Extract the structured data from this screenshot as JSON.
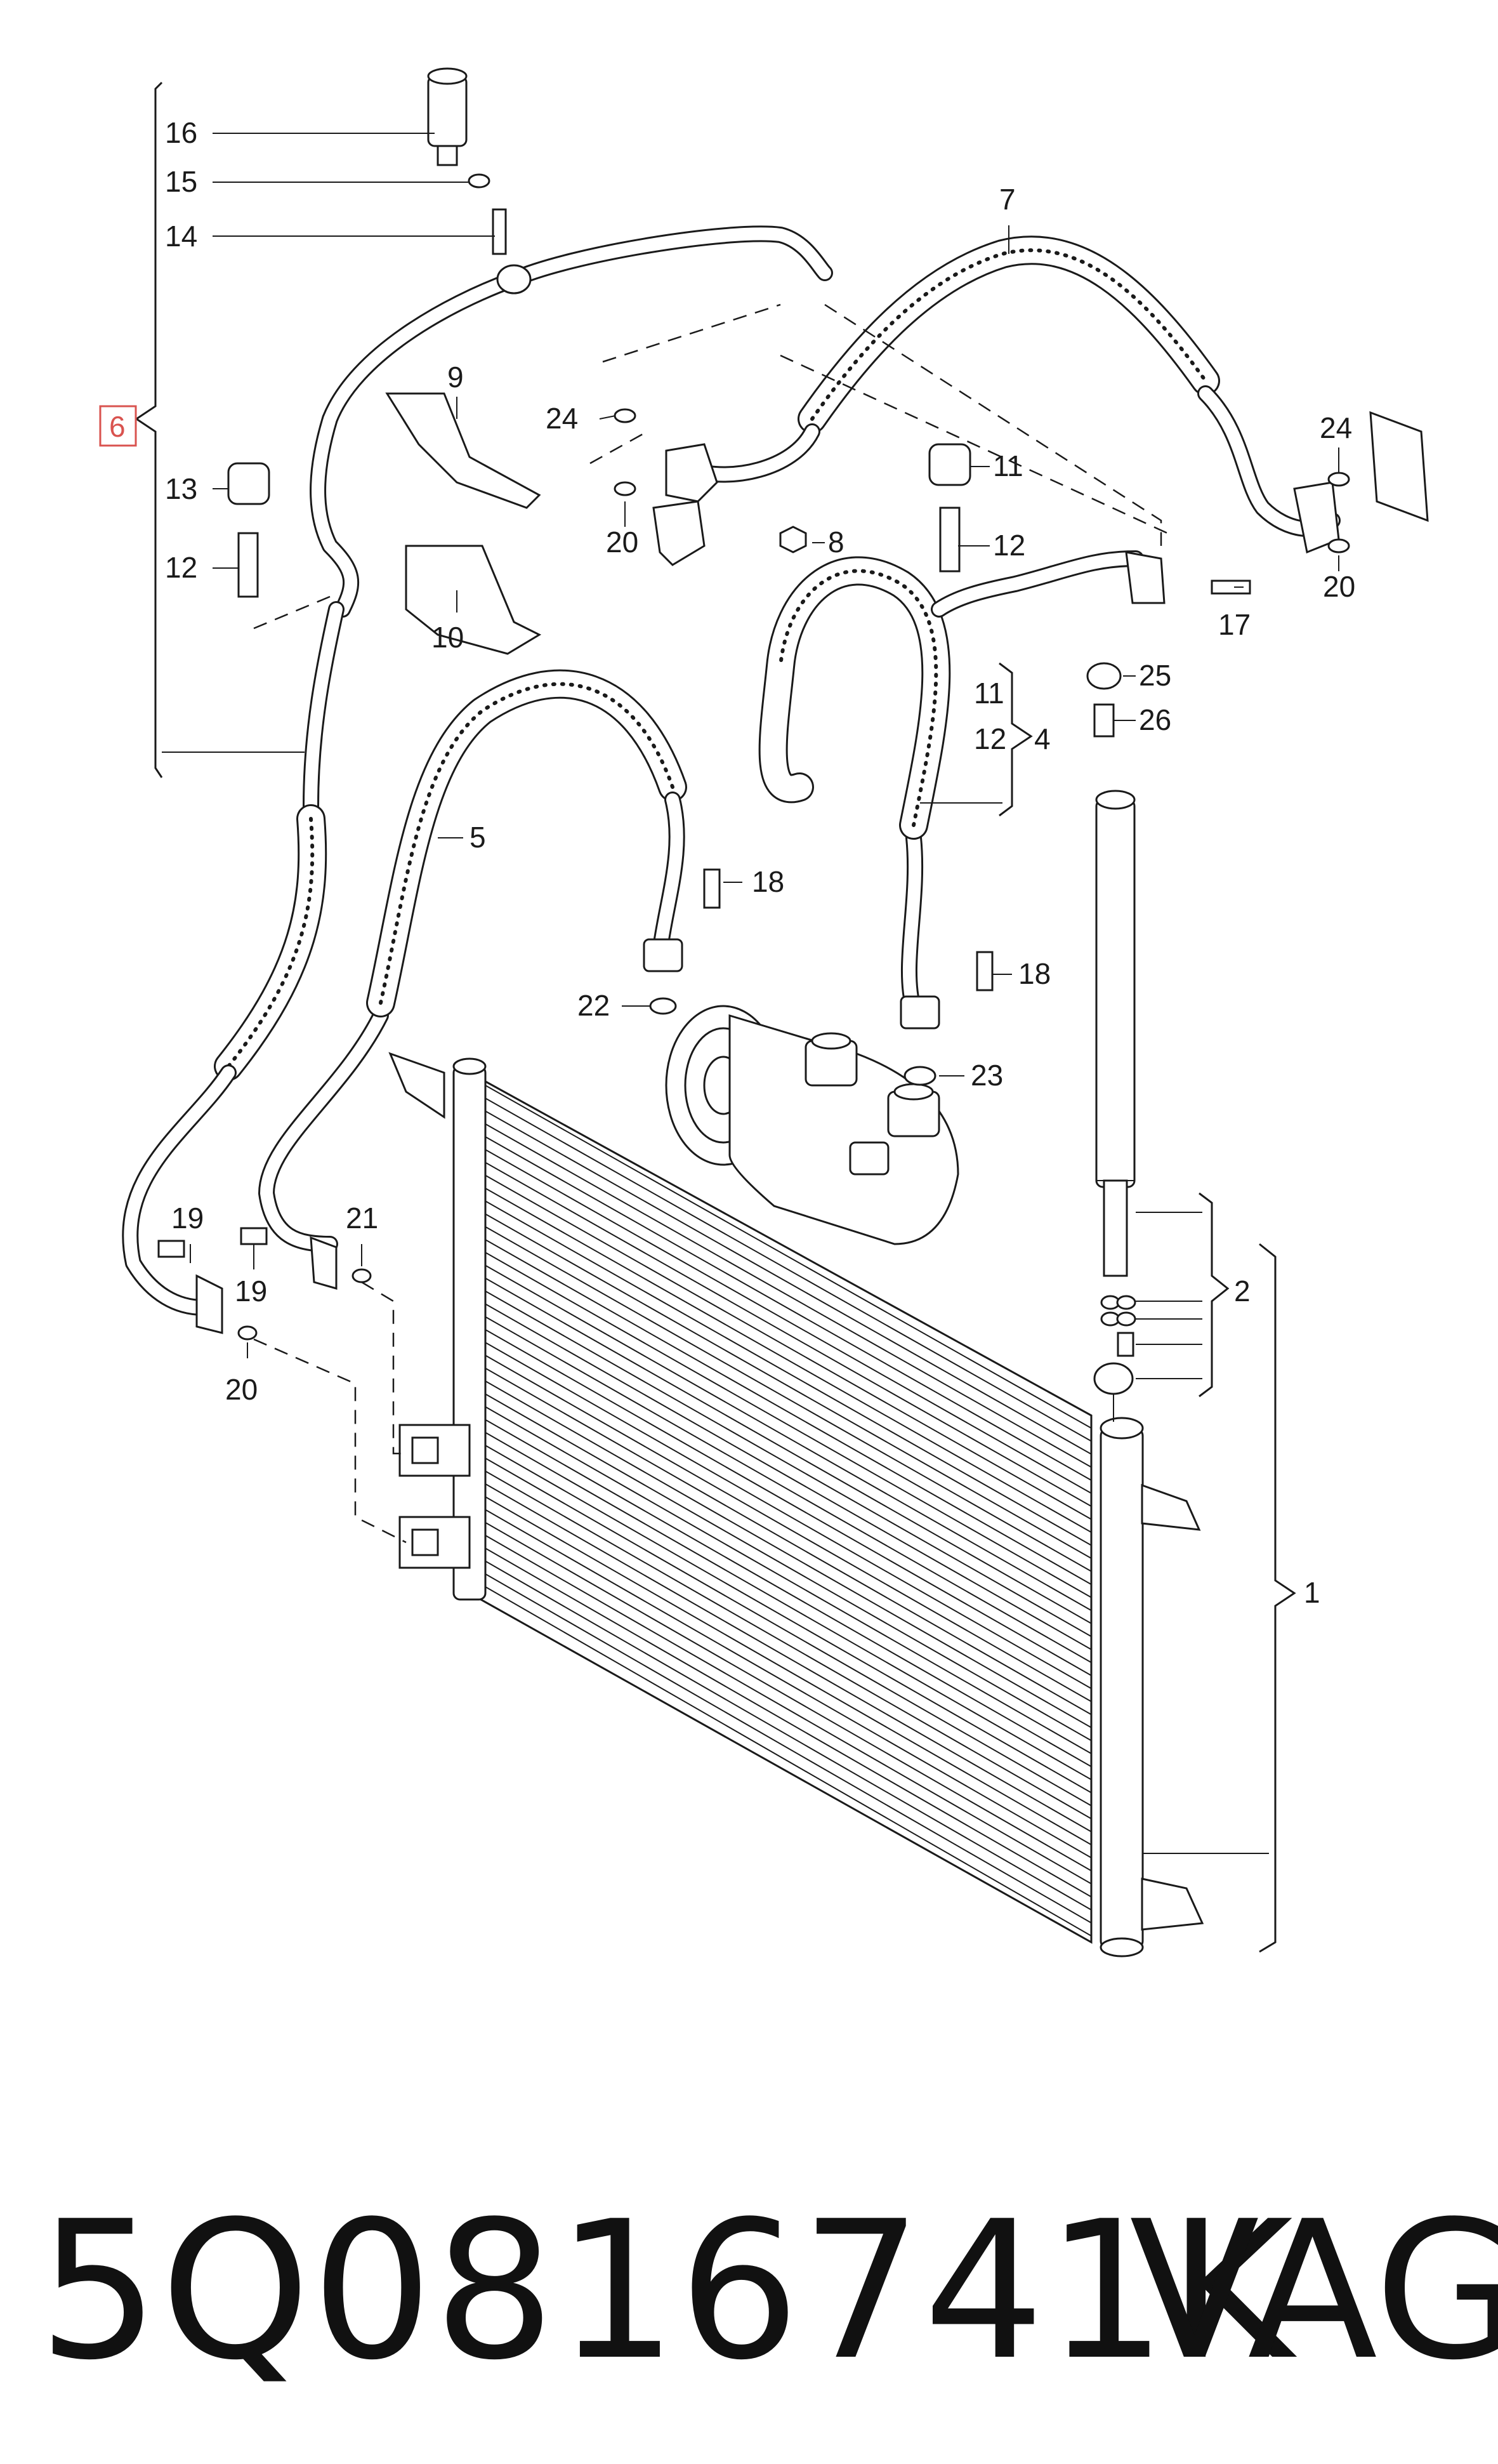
{
  "callouts": {
    "c1": "1",
    "c2": "2",
    "c4": "4",
    "c5": "5",
    "c6": "6",
    "c7": "7",
    "c8": "8",
    "c9": "9",
    "c10": "10",
    "c11a": "11",
    "c11b": "11",
    "c12a": "12",
    "c12b": "12",
    "c12c": "12",
    "c13": "13",
    "c14": "14",
    "c15": "15",
    "c16": "16",
    "c17": "17",
    "c18a": "18",
    "c18b": "18",
    "c19a": "19",
    "c19b": "19",
    "c20a": "20",
    "c20b": "20",
    "c20c": "20",
    "c21": "21",
    "c22": "22",
    "c23": "23",
    "c24a": "24",
    "c24b": "24",
    "c25": "25",
    "c26": "26"
  },
  "highlight_color": "#d9534f",
  "footer": {
    "part_number": "5Q0816741K",
    "brand": "VAG"
  }
}
